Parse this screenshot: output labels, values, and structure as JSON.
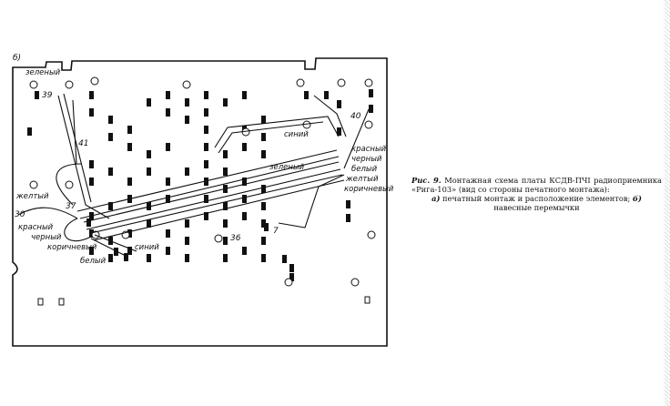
{
  "figure": {
    "panel_label": "б)",
    "pin_numbers": [
      "39",
      "41",
      "40",
      "30",
      "37",
      "36",
      "7"
    ],
    "wire_labels": {
      "zeleny_top": "зеленый",
      "siniy_right": "синий",
      "zeleny_mid": "зеленый",
      "krasny_right": "красный",
      "cherny_right": "черный",
      "bely_right": "белый",
      "zhelty_right": "желтый",
      "korichnevy_right": "коричневый",
      "zhelty_left": "желтый",
      "krasny_left": "красный",
      "cherny_left": "черный",
      "korichnevy_left": "коричневый",
      "siniy_left": "синий",
      "bely_left": "белый"
    }
  },
  "caption": {
    "prefix": "Рис. 9.",
    "line1": "Монтажная схема платы КСДВ-ПЧІ радиоприемника «Рига-103» (вид со стороны печатного монтажа):",
    "a_mark": "а)",
    "a_text": "печатный монтаж и расположение элементов;",
    "b_mark": "б)",
    "b_text": "навесные перемычки"
  }
}
